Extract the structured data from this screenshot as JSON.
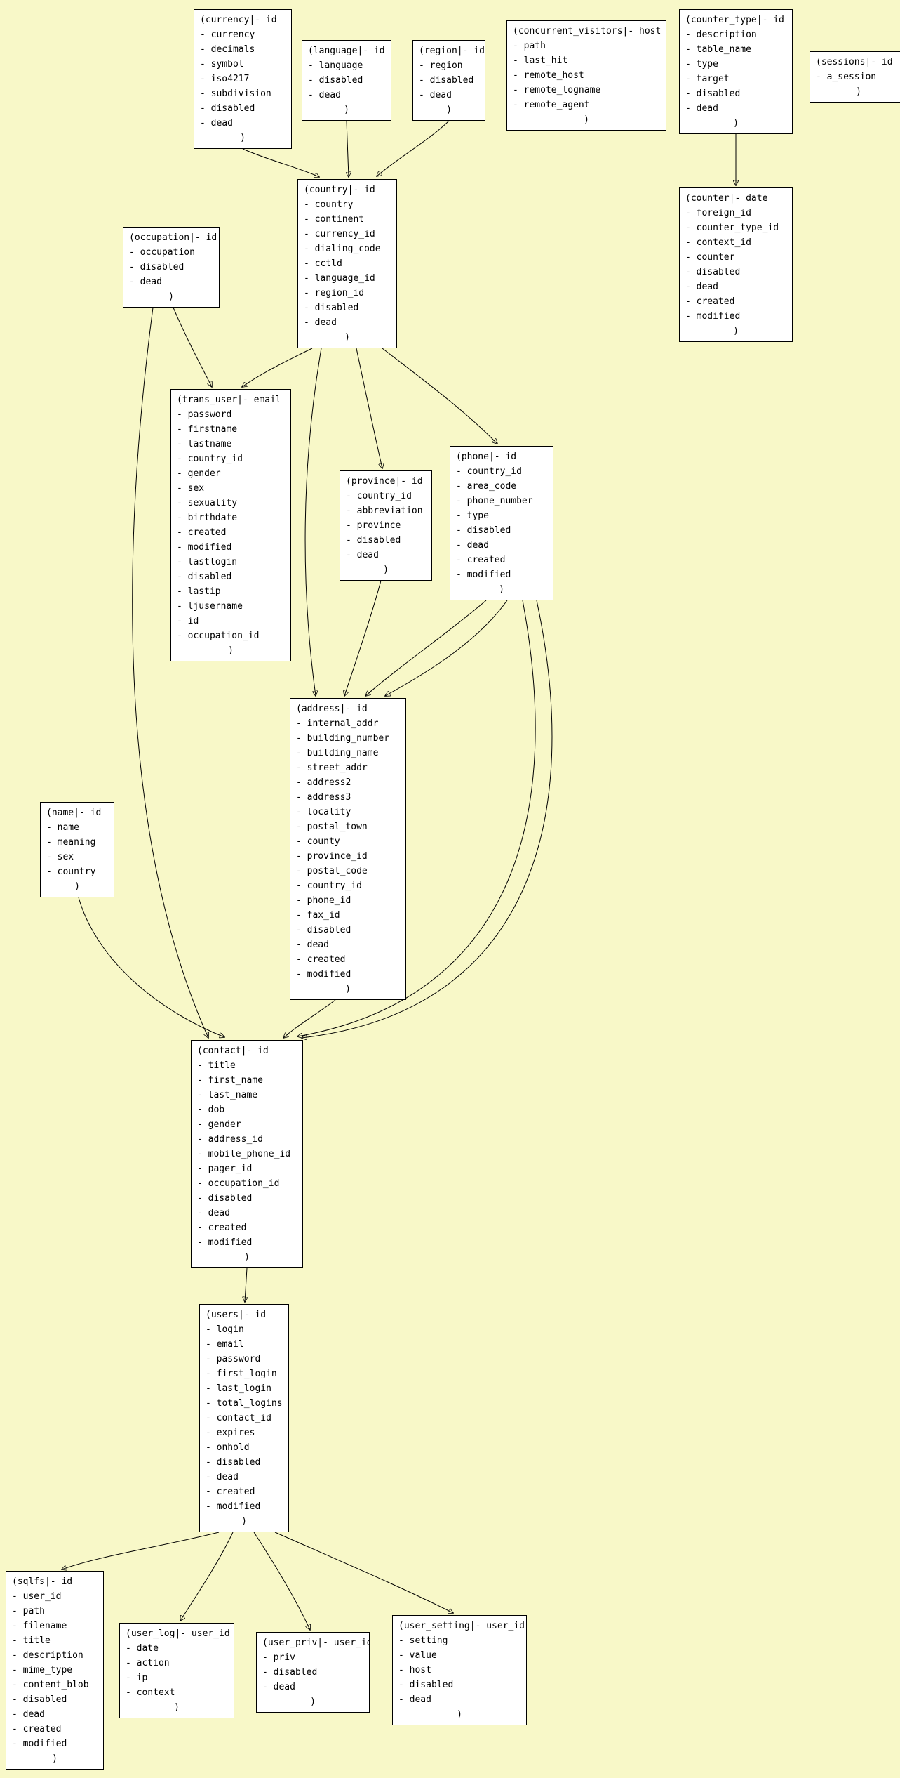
{
  "diagram": {
    "type": "database-er-schema",
    "colors": {
      "background": "#f8f8c8",
      "table_fill": "#ffffff",
      "table_border": "#000000",
      "edge": "#000000"
    },
    "tables": [
      {
        "id": "currency",
        "name": "currency",
        "key": "id",
        "fields": [
          "currency",
          "decimals",
          "symbol",
          "iso4217",
          "subdivision",
          "disabled",
          "dead"
        ]
      },
      {
        "id": "language",
        "name": "language",
        "key": "id",
        "fields": [
          "language",
          "disabled",
          "dead"
        ]
      },
      {
        "id": "region",
        "name": "region",
        "key": "id",
        "fields": [
          "region",
          "disabled",
          "dead"
        ]
      },
      {
        "id": "concurrent_visitors",
        "name": "concurrent_visitors",
        "key": "host",
        "fields": [
          "path",
          "last_hit",
          "remote_host",
          "remote_logname",
          "remote_agent"
        ]
      },
      {
        "id": "counter_type",
        "name": "counter_type",
        "key": "id",
        "fields": [
          "description",
          "table_name",
          "type",
          "target",
          "disabled",
          "dead"
        ]
      },
      {
        "id": "sessions",
        "name": "sessions",
        "key": "id",
        "fields": [
          "a_session"
        ]
      },
      {
        "id": "counter",
        "name": "counter",
        "key": "date",
        "fields": [
          "foreign_id",
          "counter_type_id",
          "context_id",
          "counter",
          "disabled",
          "dead",
          "created",
          "modified"
        ]
      },
      {
        "id": "country",
        "name": "country",
        "key": "id",
        "fields": [
          "country",
          "continent",
          "currency_id",
          "dialing_code",
          "cctld",
          "language_id",
          "region_id",
          "disabled",
          "dead"
        ]
      },
      {
        "id": "occupation",
        "name": "occupation",
        "key": "id",
        "fields": [
          "occupation",
          "disabled",
          "dead"
        ]
      },
      {
        "id": "trans_user",
        "name": "trans_user",
        "key": "email",
        "fields": [
          "password",
          "firstname",
          "lastname",
          "country_id",
          "gender",
          "sex",
          "sexuality",
          "birthdate",
          "created",
          "modified",
          "lastlogin",
          "disabled",
          "lastip",
          "ljusername",
          "id",
          "occupation_id"
        ]
      },
      {
        "id": "province",
        "name": "province",
        "key": "id",
        "fields": [
          "country_id",
          "abbreviation",
          "province",
          "disabled",
          "dead"
        ]
      },
      {
        "id": "phone",
        "name": "phone",
        "key": "id",
        "fields": [
          "country_id",
          "area_code",
          "phone_number",
          "type",
          "disabled",
          "dead",
          "created",
          "modified"
        ]
      },
      {
        "id": "address",
        "name": "address",
        "key": "id",
        "fields": [
          "internal_addr",
          "building_number",
          "building_name",
          "street_addr",
          "address2",
          "address3",
          "locality",
          "postal_town",
          "county",
          "province_id",
          "postal_code",
          "country_id",
          "phone_id",
          "fax_id",
          "disabled",
          "dead",
          "created",
          "modified"
        ]
      },
      {
        "id": "name",
        "name": "name",
        "key": "id",
        "fields": [
          "name",
          "meaning",
          "sex",
          "country"
        ]
      },
      {
        "id": "contact",
        "name": "contact",
        "key": "id",
        "fields": [
          "title",
          "first_name",
          "last_name",
          "dob",
          "gender",
          "address_id",
          "mobile_phone_id",
          "pager_id",
          "occupation_id",
          "disabled",
          "dead",
          "created",
          "modified"
        ]
      },
      {
        "id": "users",
        "name": "users",
        "key": "id",
        "fields": [
          "login",
          "email",
          "password",
          "first_login",
          "last_login",
          "total_logins",
          "contact_id",
          "expires",
          "onhold",
          "disabled",
          "dead",
          "created",
          "modified"
        ]
      },
      {
        "id": "sqlfs",
        "name": "sqlfs",
        "key": "id",
        "fields": [
          "user_id",
          "path",
          "filename",
          "title",
          "description",
          "mime_type",
          "content_blob",
          "disabled",
          "dead",
          "created",
          "modified"
        ]
      },
      {
        "id": "user_log",
        "name": "user_log",
        "key": "user_id",
        "fields": [
          "date",
          "action",
          "ip",
          "context"
        ]
      },
      {
        "id": "user_priv",
        "name": "user_priv",
        "key": "user_id",
        "fields": [
          "priv",
          "disabled",
          "dead"
        ]
      },
      {
        "id": "user_setting",
        "name": "user_setting",
        "key": "user_id",
        "fields": [
          "setting",
          "value",
          "host",
          "disabled",
          "dead"
        ]
      }
    ],
    "relations": [
      {
        "from": "currency",
        "to": "country"
      },
      {
        "from": "language",
        "to": "country"
      },
      {
        "from": "region",
        "to": "country"
      },
      {
        "from": "counter_type",
        "to": "counter"
      },
      {
        "from": "country",
        "to": "trans_user"
      },
      {
        "from": "occupation",
        "to": "trans_user"
      },
      {
        "from": "country",
        "to": "province"
      },
      {
        "from": "country",
        "to": "phone"
      },
      {
        "from": "country",
        "to": "address"
      },
      {
        "from": "province",
        "to": "address"
      },
      {
        "from": "phone",
        "to": "address"
      },
      {
        "from": "phone",
        "to": "address"
      },
      {
        "from": "phone",
        "to": "contact"
      },
      {
        "from": "phone",
        "to": "contact"
      },
      {
        "from": "address",
        "to": "contact"
      },
      {
        "from": "occupation",
        "to": "contact"
      },
      {
        "from": "name",
        "to": "contact"
      },
      {
        "from": "contact",
        "to": "users"
      },
      {
        "from": "users",
        "to": "sqlfs"
      },
      {
        "from": "users",
        "to": "user_log"
      },
      {
        "from": "users",
        "to": "user_priv"
      },
      {
        "from": "users",
        "to": "user_setting"
      }
    ]
  }
}
